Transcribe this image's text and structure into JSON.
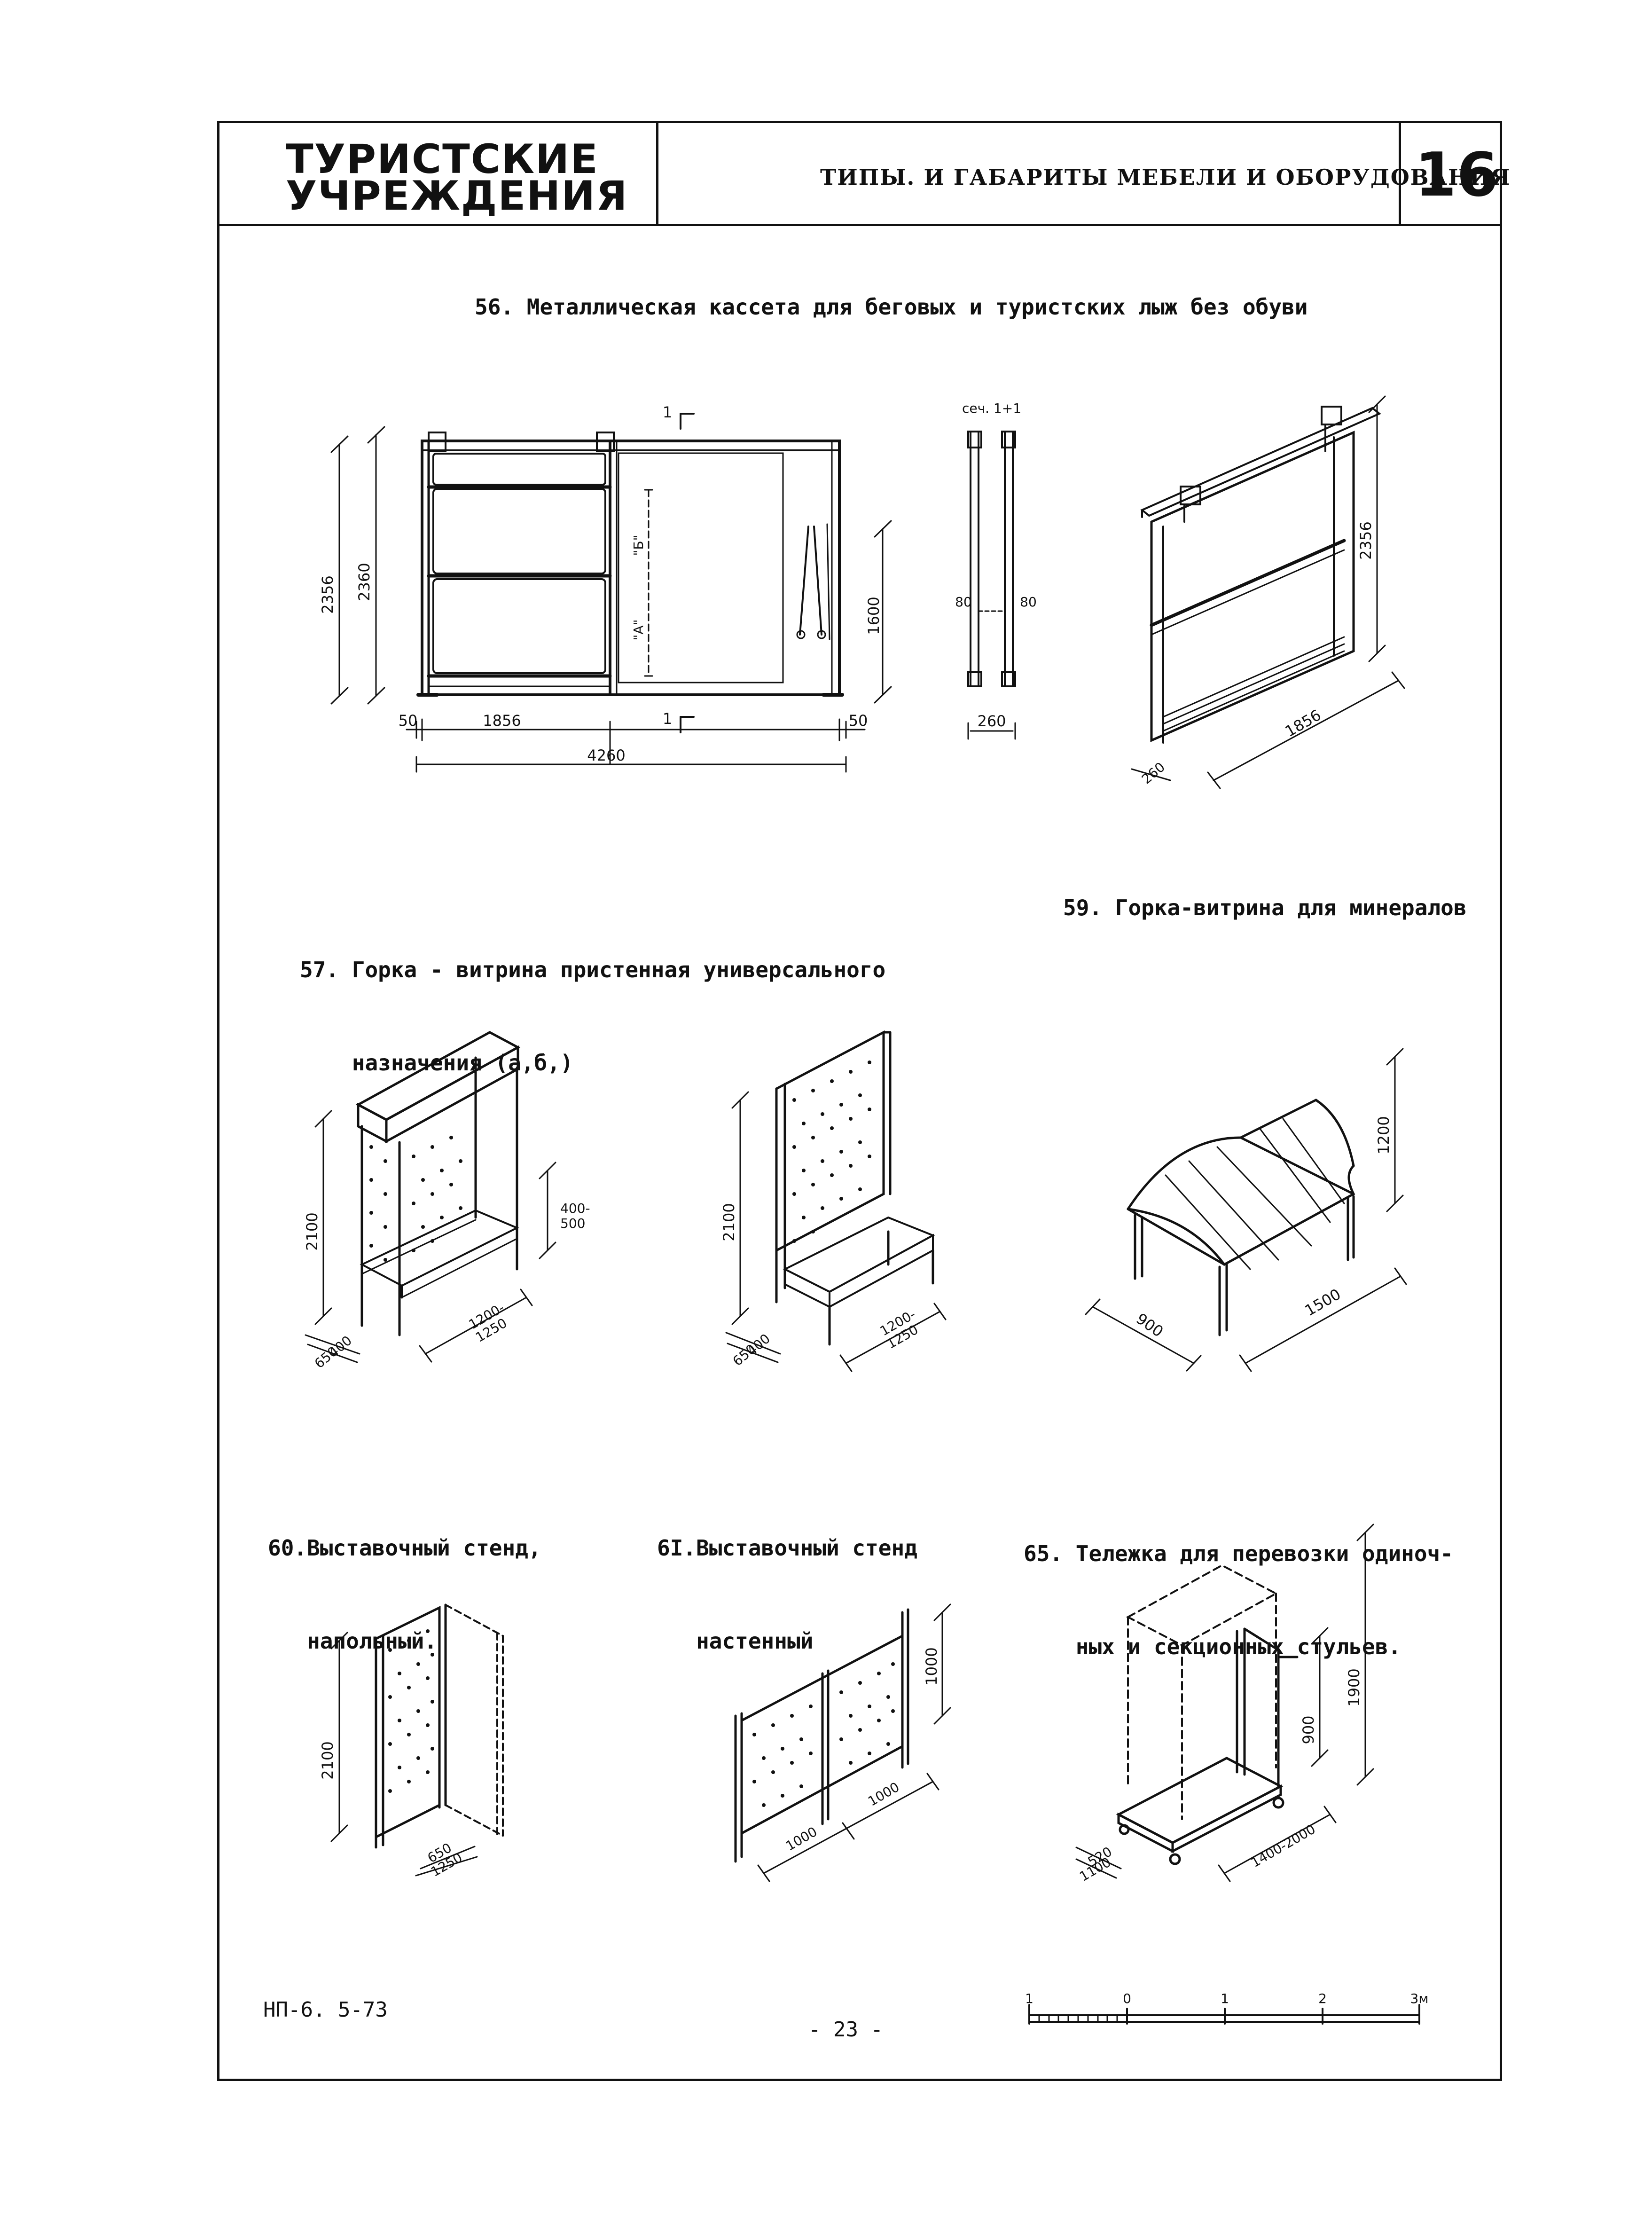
{
  "header": {
    "title_line1": "ТУРИСТСКИЕ",
    "title_line2": "УЧРЕЖДЕНИЯ",
    "subtitle": "ТИПЫ. И ГАБАРИТЫ МЕБЕЛИ И ОБОРУДОВАНИЯ",
    "sheet_number": "16"
  },
  "items": {
    "i56": {
      "caption": "56. Металлическая кассета для беговых и туристских лыж без обуви",
      "section_mark_top": "1",
      "section_mark_bottom": "1",
      "section_title": "сеч. 1+1",
      "dim_total_height": "2356",
      "dim_height": "2360",
      "dim_left": "50",
      "dim_width": "1856",
      "dim_right": "50",
      "dim_overall": "4260",
      "dim_ski": "1600",
      "label_a": "\"А\"",
      "label_b": "\"Б\"",
      "dim_sec_left": "80",
      "dim_sec_right": "80",
      "dim_sec_width": "260",
      "dim_iso_height": "2356",
      "dim_iso_width": "1856",
      "dim_iso_depth": "260"
    },
    "i57": {
      "caption_line1": "57. Горка - витрина пристенная универсального",
      "caption_line2": "    назначения (а,б,)",
      "a_height": "2100",
      "a_shelf_line1": "400-",
      "a_shelf_line2": "500",
      "a_width_line1": "1200-",
      "a_width_line2": "1250",
      "a_depth1": "400",
      "a_depth2": "650",
      "b_height": "2100",
      "b_width_line1": "1200-",
      "b_width_line2": "1250",
      "b_depth1": "400",
      "b_depth2": "650"
    },
    "i59": {
      "caption": "59. Горка-витрина для минералов",
      "height": "1200",
      "depth": "900",
      "width": "1500"
    },
    "i60": {
      "caption_line1": "60.Выставочный стенд,",
      "caption_line2": "   напольный.",
      "height": "2100",
      "dim1": "650",
      "dim2": "1250"
    },
    "i61": {
      "caption_line1": "6I.Выставочный стенд",
      "caption_line2": "   настенный",
      "height": "1000",
      "w1": "1000",
      "w2": "1000"
    },
    "i65": {
      "caption_line1": "65. Тележка для перевозки одиноч-",
      "caption_line2": "    ных и секционных стульев.",
      "height_total": "1900",
      "height_handle": "900",
      "depth1": "520",
      "depth2": "1100",
      "length": "1400-2000"
    }
  },
  "footer": {
    "code": "НП-6. 5-73",
    "page": "- 23 -",
    "scale_labels": [
      "1",
      "0",
      "1",
      "2",
      "3м"
    ]
  }
}
